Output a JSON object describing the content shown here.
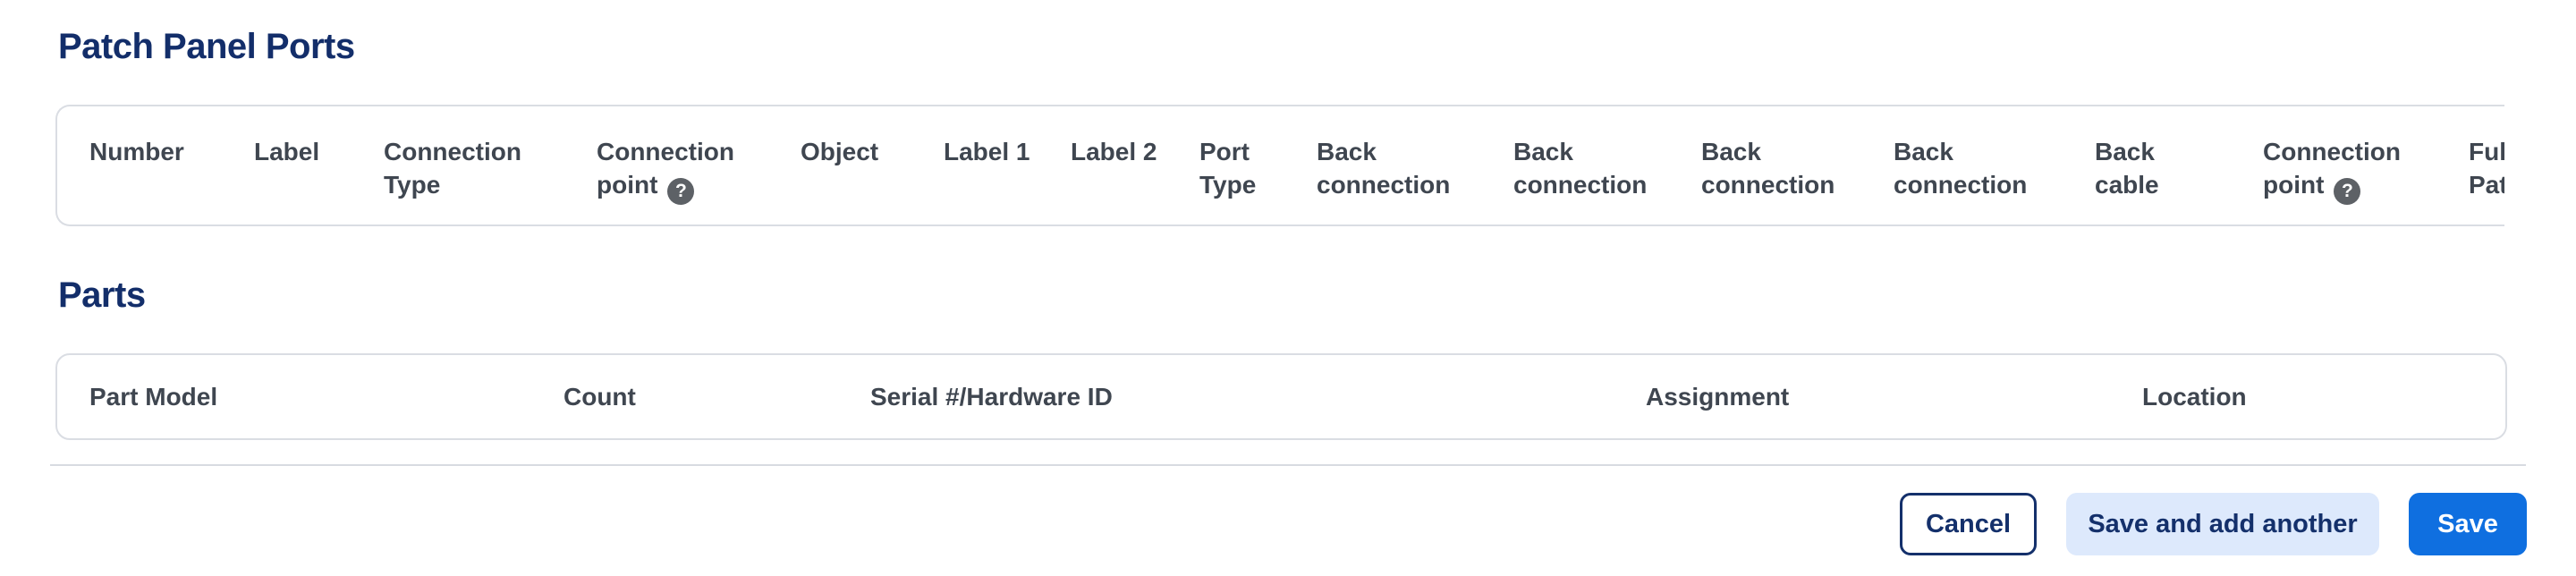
{
  "ports_section": {
    "title": "Patch Panel Ports",
    "columns": [
      {
        "key": "number",
        "label": "Number"
      },
      {
        "key": "label",
        "label": "Label"
      },
      {
        "key": "connection-type",
        "label": "Connection Type"
      },
      {
        "key": "connection-point",
        "label": "Connection point",
        "help": true
      },
      {
        "key": "object",
        "label": "Object"
      },
      {
        "key": "label-1",
        "label": "Label 1"
      },
      {
        "key": "label-2",
        "label": "Label 2"
      },
      {
        "key": "port-type",
        "label": "Port Type"
      },
      {
        "key": "back-connection-1",
        "label": "Back connection"
      },
      {
        "key": "back-connection-2",
        "label": "Back connection"
      },
      {
        "key": "back-connection-3",
        "label": "Back connection"
      },
      {
        "key": "back-connection-4",
        "label": "Back connection"
      },
      {
        "key": "back-cable",
        "label": "Back cable"
      },
      {
        "key": "connection-point-2",
        "label": "Connection point",
        "help": true
      },
      {
        "key": "full-path",
        "label": "Full Path"
      }
    ]
  },
  "parts_section": {
    "title": "Parts",
    "columns": [
      {
        "key": "part-model",
        "label": "Part Model"
      },
      {
        "key": "count",
        "label": "Count"
      },
      {
        "key": "serial",
        "label": "Serial #/Hardware ID"
      },
      {
        "key": "assignment",
        "label": "Assignment"
      },
      {
        "key": "location",
        "label": "Location"
      }
    ]
  },
  "actions": {
    "cancel_label": "Cancel",
    "save_add_label": "Save and add another",
    "save_label": "Save"
  },
  "icons": {
    "help": "?"
  },
  "colors": {
    "title_navy": "#132e6a",
    "header_text": "#3f4650",
    "card_border": "#dadde3",
    "primary_blue": "#0f6fe0",
    "secondary_button_bg": "#dde9fc",
    "help_icon_bg": "#5d6166"
  }
}
